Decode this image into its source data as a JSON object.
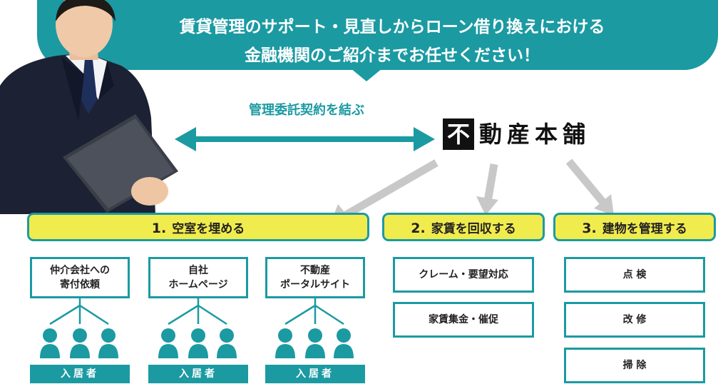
{
  "bubble": {
    "line1": "賃貸管理のサポート・見直しからローン借り換えにおける",
    "line2": "金融機関のご紹介までお任せください！"
  },
  "contract": {
    "label": "管理委託契約を結ぶ"
  },
  "brand": {
    "boxed_char": "不",
    "rest": "動産本舗"
  },
  "colors": {
    "teal": "#1b9aa2",
    "yellow": "#f1ec4d",
    "gray_arrow": "#c8c8c8",
    "text": "#222222"
  },
  "sections": [
    {
      "number": "1.",
      "title": "空室を埋める",
      "items": [
        {
          "label": "仲介会社への\n寄付依頼",
          "footer": "入居者"
        },
        {
          "label": "自社\nホームページ",
          "footer": "入居者"
        },
        {
          "label": "不動産\nポータルサイト",
          "footer": "入居者"
        }
      ]
    },
    {
      "number": "2.",
      "title": "家賃を回収する",
      "items": [
        {
          "label": "クレーム・要望対応"
        },
        {
          "label": "家賃集金・催促"
        }
      ]
    },
    {
      "number": "3.",
      "title": "建物を管理する",
      "items": [
        {
          "label": "点 検"
        },
        {
          "label": "改 修"
        },
        {
          "label": "掃 除"
        }
      ]
    }
  ]
}
